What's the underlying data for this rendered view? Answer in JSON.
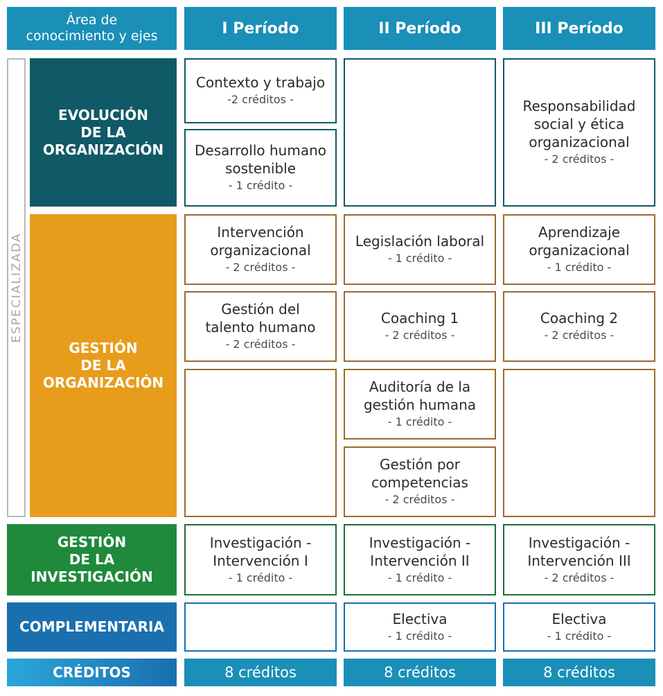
{
  "header": {
    "area_line1": "Área de",
    "area_line2": "conocimiento y ejes",
    "period1": "I Período",
    "period2": "II Período",
    "period3": "III Período"
  },
  "sidebar": {
    "especializada": "ESPECIALIZADA"
  },
  "areas": {
    "evolucion": [
      "EVOLUCIÓN",
      "DE LA",
      "ORGANIZACIÓN"
    ],
    "gestion_org": [
      "GESTIÓN",
      "DE LA",
      "ORGANIZACIÓN"
    ],
    "gestion_inv": [
      "GESTIÓN",
      "DE LA",
      "INVESTIGACIÓN"
    ],
    "complementaria": "COMPLEMENTARIA",
    "creditos": "CRÉDITOS"
  },
  "courses": {
    "contexto": {
      "title": [
        "Contexto y trabajo"
      ],
      "credits": "-2 créditos -"
    },
    "desarrollo": {
      "title": [
        "Desarrollo humano",
        "sostenible"
      ],
      "credits": "- 1 crédito -"
    },
    "responsabilidad": {
      "title": [
        "Responsabilidad",
        "social y ética",
        "organizacional"
      ],
      "credits": "- 2 créditos -"
    },
    "intervencion": {
      "title": [
        "Intervención",
        "organizacional"
      ],
      "credits": "- 2 créditos -"
    },
    "legislacion": {
      "title": [
        "Legislación laboral"
      ],
      "credits": "- 1 crédito -"
    },
    "aprendizaje": {
      "title": [
        "Aprendizaje",
        "organizacional"
      ],
      "credits": "- 1 crédito -"
    },
    "talento": {
      "title": [
        "Gestión del",
        "talento humano"
      ],
      "credits": "- 2 créditos -"
    },
    "coaching1": {
      "title": [
        "Coaching 1"
      ],
      "credits": "- 2 créditos -"
    },
    "coaching2": {
      "title": [
        "Coaching 2"
      ],
      "credits": "- 2 créditos -"
    },
    "auditoria": {
      "title": [
        "Auditoría de la",
        "gestión humana"
      ],
      "credits": "- 1 crédito -"
    },
    "competencias": {
      "title": [
        "Gestión por",
        "competencias"
      ],
      "credits": "- 2 créditos -"
    },
    "inv1": {
      "title": [
        "Investigación -",
        "Intervención I"
      ],
      "credits": "- 1 crédito -"
    },
    "inv2": {
      "title": [
        "Investigación -",
        "Intervención II"
      ],
      "credits": "- 1 crédito -"
    },
    "inv3": {
      "title": [
        "Investigación -",
        "Intervención III"
      ],
      "credits": "- 2 créditos -"
    },
    "electiva2": {
      "title": [
        "Electiva"
      ],
      "credits": "- 1 crédito -"
    },
    "electiva3": {
      "title": [
        "Electiva"
      ],
      "credits": "- 1 crédito -"
    }
  },
  "totals": {
    "p1": "8 créditos",
    "p2": "8 créditos",
    "p3": "8 créditos"
  },
  "colors": {
    "header": "#1a8fb8",
    "evolucion": "#0f5a66",
    "gestion_org": "#e89c1c",
    "gestion_inv": "#1f8a3c",
    "complementaria": "#1a6fae"
  }
}
